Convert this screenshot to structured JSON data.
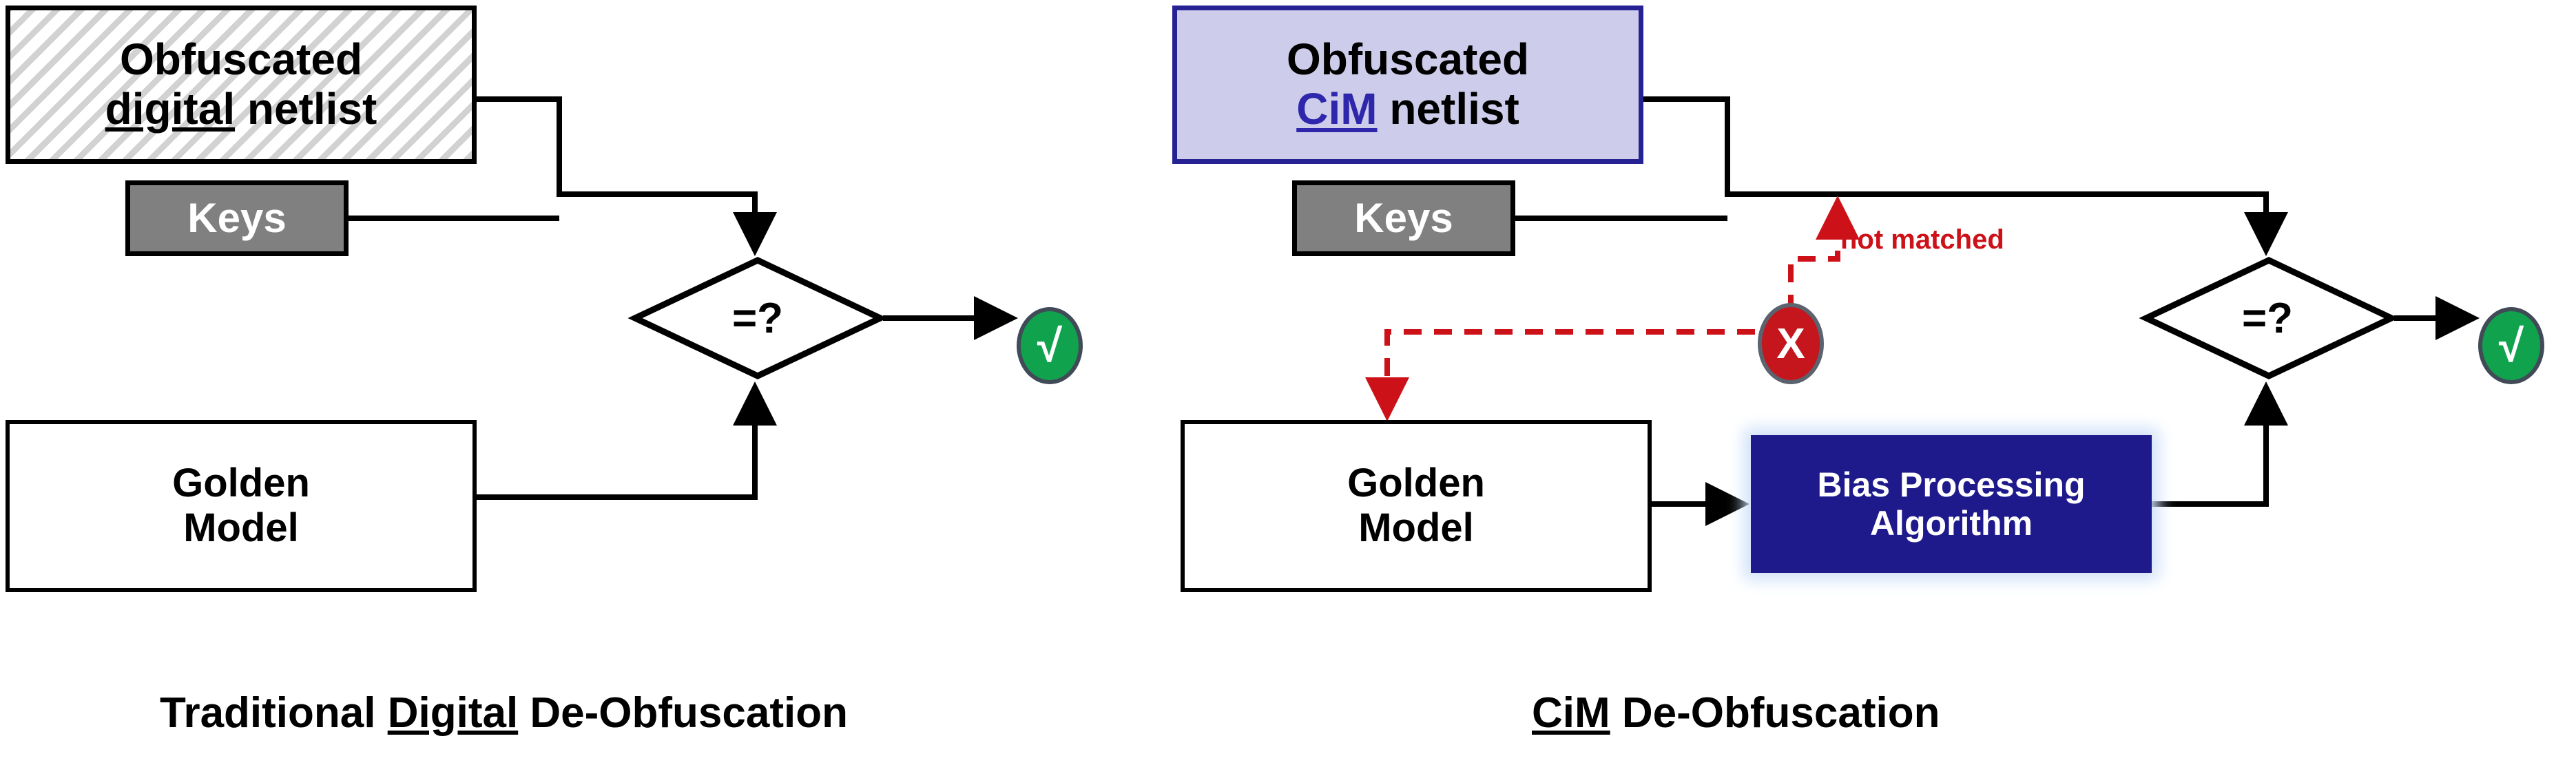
{
  "figure": {
    "title_left": "Traditional Digital De-Obfuscation",
    "title_right": "CiM De-Obfuscation"
  },
  "left_panel": {
    "caption_prefix": "Traditional ",
    "caption_underlined": "Digital",
    "caption_suffix": " De-Obfuscation",
    "netlist": {
      "line1": "Obfuscated",
      "line2_underlined": "digital",
      "line2_rest": " netlist"
    },
    "keys": {
      "label": "Keys"
    },
    "golden": {
      "line1": "Golden",
      "line2": "Model"
    },
    "compare": {
      "label": "=?"
    },
    "result": {
      "symbol": "√",
      "meaning": "matched"
    }
  },
  "right_panel": {
    "caption_underlined": "CiM",
    "caption_suffix": " De-Obfuscation",
    "netlist": {
      "line1": "Obfuscated",
      "line2_underlined": "CiM",
      "line2_rest": " netlist"
    },
    "keys": {
      "label": "Keys"
    },
    "golden": {
      "line1": "Golden",
      "line2": "Model"
    },
    "bias": {
      "line1": "Bias Processing",
      "line2": "Algorithm"
    },
    "compare": {
      "label": "=?"
    },
    "result": {
      "symbol": "√",
      "meaning": "matched"
    },
    "fail": {
      "symbol": "X",
      "meaning": "mismatch"
    },
    "feedback_label": "not matched"
  },
  "colors": {
    "hatch_gray": "#d2d2d2",
    "keys_gray": "#808080",
    "cim_fill": "#cdccea",
    "cim_border": "#262294",
    "cim_text": "#2e27ab",
    "bias_fill": "#1e1a8c",
    "bias_glow": "#cfe0fb",
    "ok_green": "#11a24e",
    "fail_red": "#c4161c",
    "feedback_red": "#cc1118",
    "outline_black": "#000000",
    "circle_stroke": "#414a57"
  }
}
